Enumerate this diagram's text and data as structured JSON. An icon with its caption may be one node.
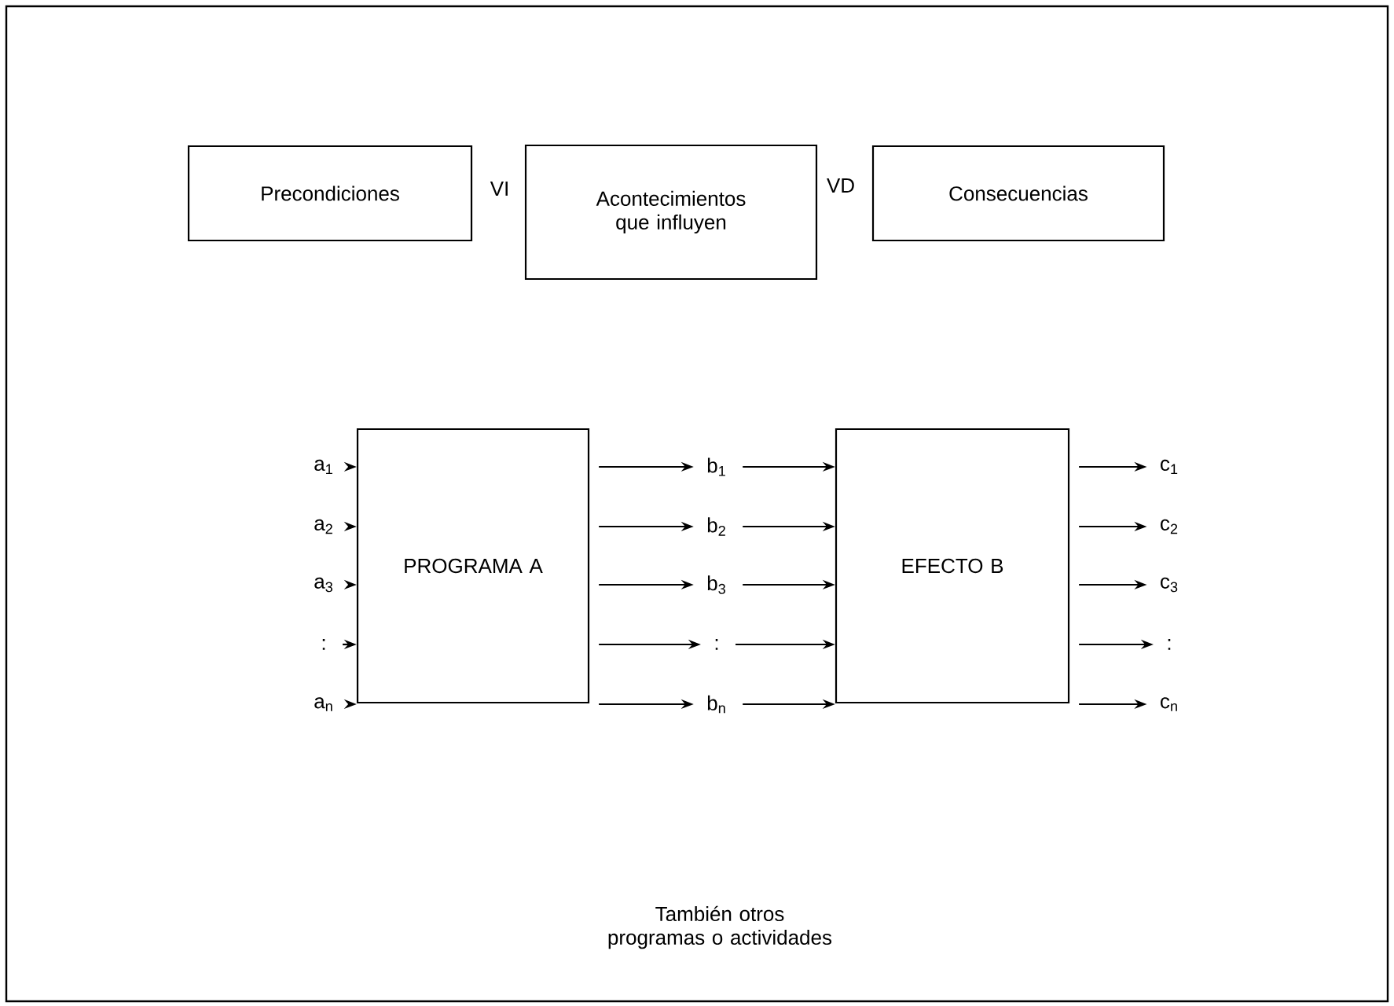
{
  "diagram": {
    "nodes": [
      {
        "text": [
          "Precondiciones"
        ]
      },
      {
        "text": [
          "Acontecimientos que influyen"
        ]
      },
      {
        "text": [
          "Consecuencias"
        ]
      },
      {
        "text": [
          "a$_{1}$"
        ]
      },
      {
        "text": [
          "a$_{2}$"
        ]
      },
      {
        "text": [
          "a$_{3}$"
        ]
      },
      {
        "text": [
          ":"
        ]
      },
      {
        "text": [
          "a$_{n}$"
        ]
      },
      {
        "text": [
          "PROGRAMA A"
        ]
      },
      {
        "text": [
          "b$_{1}$"
        ]
      },
      {
        "text": [
          "b$_{2}$"
        ]
      },
      {
        "text": [
          "b$_{3}$"
        ]
      },
      {
        "text": [
          ":"
        ]
      },
      {
        "text": [
          "b$_{n}$"
        ]
      },
      {
        "text": [
          "EFECTO B"
        ]
      },
      {
        "text": [
          "c$_{1}$"
        ]
      },
      {
        "text": [
          "c$_{2}$"
        ]
      },
      {
        "text": [
          "c$_{3}$"
        ]
      },
      {
        "text": [
          ":"
        ]
      },
      {
        "text": [
          "c$_{n}$"
        ]
      }
    ],
    "edges": [
      {
        "from": 3,
        "to": 8,
        "arrow": "to"
      },
      {
        "from": 4,
        "to": 8,
        "arrow": "to"
      },
      {
        "from": 5,
        "to": 8,
        "arrow": "to"
      },
      {
        "from": 6,
        "to": 8,
        "arrow": "to"
      },
      {
        "from": 7,
        "to": 8,
        "arrow": "to"
      },
      {
        "from": 8,
        "to": 9,
        "arrow": "to"
      },
      {
        "from": 8,
        "to": 10,
        "arrow": "to"
      },
      {
        "from": 8,
        "to": 11,
        "arrow": "to"
      },
      {
        "from": 8,
        "to": 12,
        "arrow": "to"
      },
      {
        "from": 8,
        "to": 13,
        "arrow": "to"
      },
      {
        "from": 9,
        "to": 14,
        "arrow": "to"
      },
      {
        "from": 10,
        "to": 14,
        "arrow": "to"
      },
      {
        "from": 11,
        "to": 14,
        "arrow": "to"
      },
      {
        "from": 12,
        "to": 14,
        "arrow": "to"
      },
      {
        "from": 13,
        "to": 14,
        "arrow": "to"
      },
      {
        "from": 14,
        "to": 15,
        "arrow": "to"
      },
      {
        "from": 14,
        "to": 16,
        "arrow": "to"
      },
      {
        "from": 14,
        "to": 17,
        "arrow": "to"
      },
      {
        "from": 14,
        "to": 18,
        "arrow": "to"
      },
      {
        "from": 14,
        "to": 19,
        "arrow": "to"
      }
    ],
    "labels": [
      "VI",
      "VD",
      "También otros programas o actividades"
    ]
  }
}
